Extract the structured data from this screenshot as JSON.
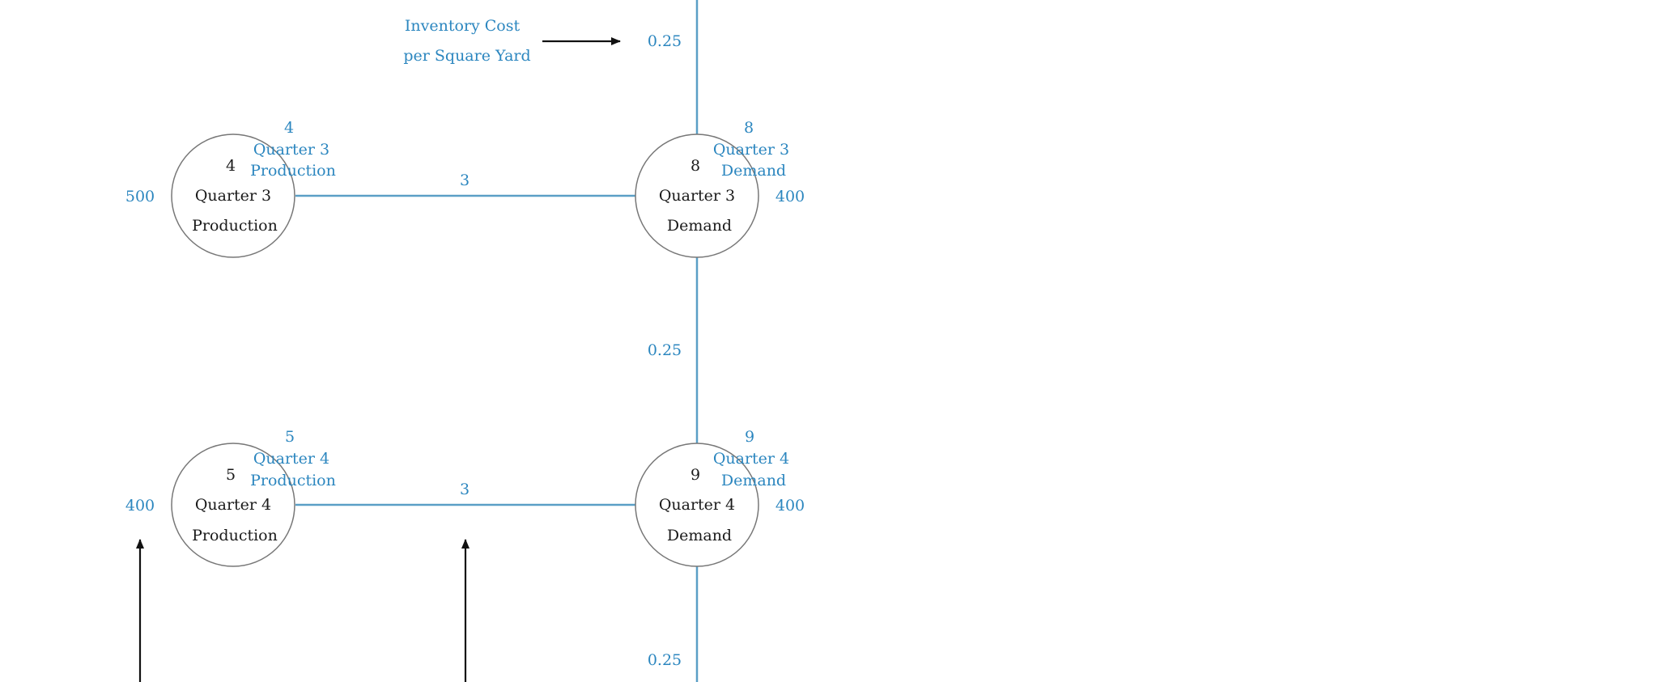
{
  "legend": {
    "line1": "Inventory Cost",
    "line2": "per Square Yard"
  },
  "nodes": [
    {
      "id": "4",
      "name_line1": "Quarter 3",
      "name_line2": "Production",
      "label_number": "4",
      "label_line1": "Quarter 3",
      "label_line2": "Production",
      "value": "500"
    },
    {
      "id": "8",
      "name_line1": "Quarter 3",
      "name_line2": "Demand",
      "label_number": "8",
      "label_line1": "Quarter 3",
      "label_line2": "Demand",
      "value": "400"
    },
    {
      "id": "5",
      "name_line1": "Quarter 4",
      "name_line2": "Production",
      "label_number": "5",
      "label_line1": "Quarter 4",
      "label_line2": "Production",
      "value": "400"
    },
    {
      "id": "9",
      "name_line1": "Quarter 4",
      "name_line2": "Demand",
      "label_number": "9",
      "label_line1": "Quarter 4",
      "label_line2": "Demand",
      "value": "400"
    }
  ],
  "edges": {
    "production_cost_q3": "3",
    "production_cost_q4": "3",
    "inventory_cost_top": "0.25",
    "inventory_cost_mid": "0.25",
    "inventory_cost_bottom": "0.25"
  },
  "colors": {
    "edge": "#5a9fc6",
    "label": "#2b86bf",
    "node_text": "#1a1a1a",
    "node_border": "#777777"
  }
}
